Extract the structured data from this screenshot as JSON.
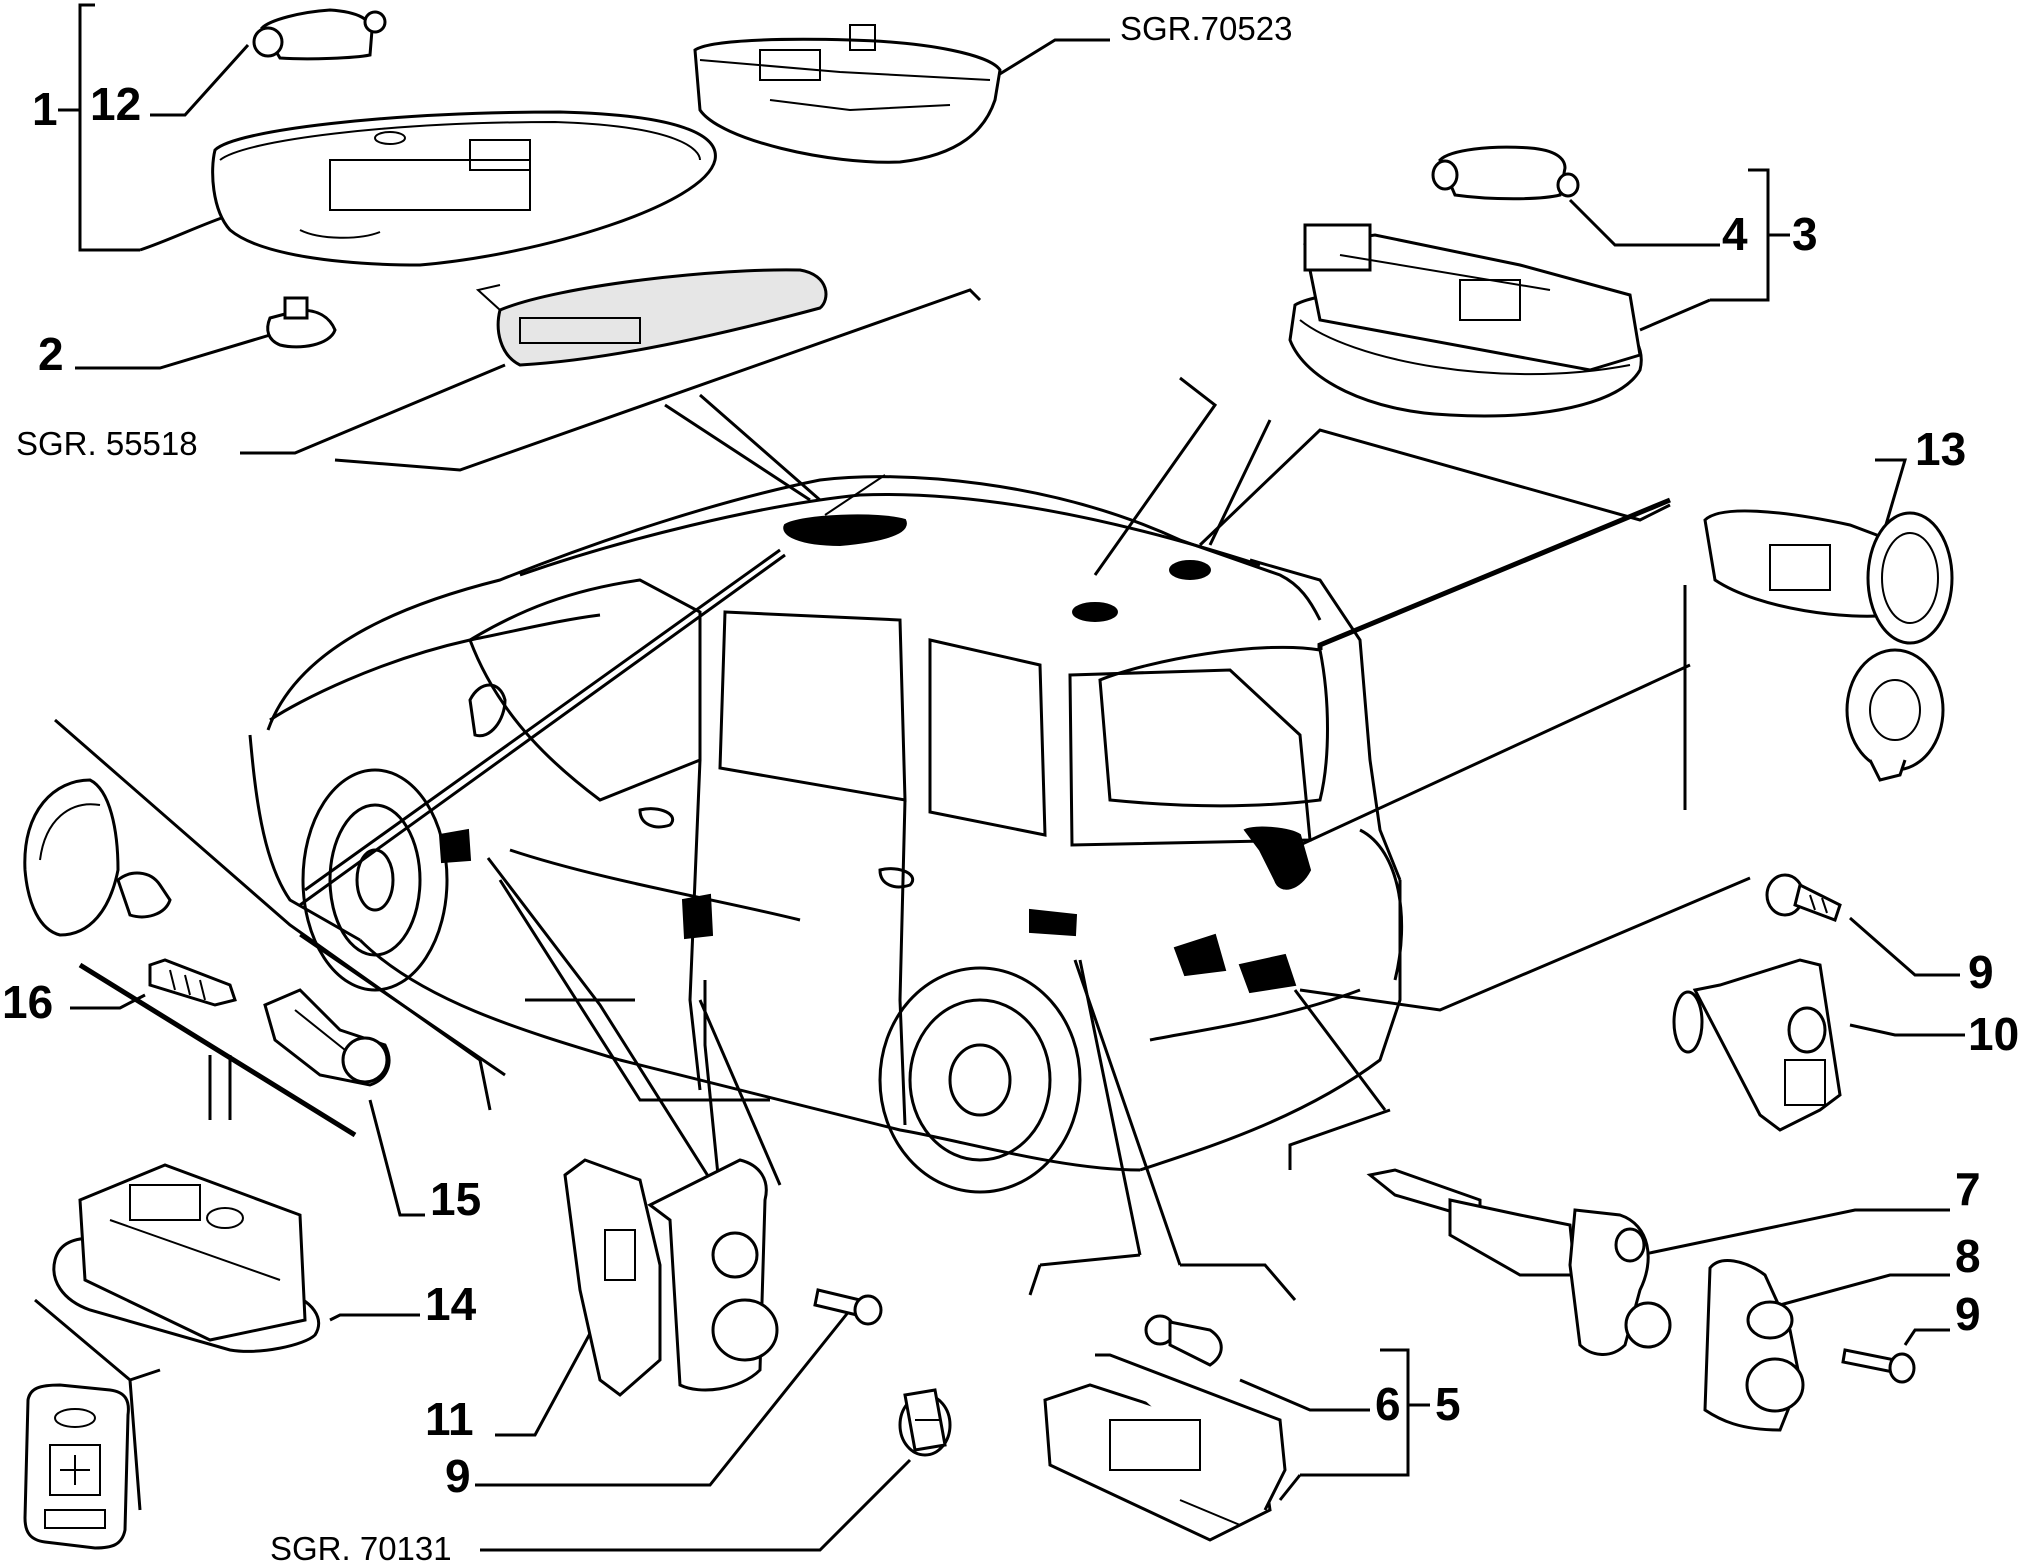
{
  "labels": {
    "n1": "1",
    "n2": "2",
    "n3": "3",
    "n4": "4",
    "n5": "5",
    "n6": "6",
    "n7": "7",
    "n8": "8",
    "n9a": "9",
    "n9b": "9",
    "n9c": "9",
    "n10": "10",
    "n11": "11",
    "n12": "12",
    "n13": "13",
    "n14": "14",
    "n15": "15",
    "n16": "16"
  },
  "refs": {
    "sgr_70523": "SGR.70523",
    "sgr_55518": "SGR. 55518",
    "sgr_70131": "SGR. 70131"
  }
}
